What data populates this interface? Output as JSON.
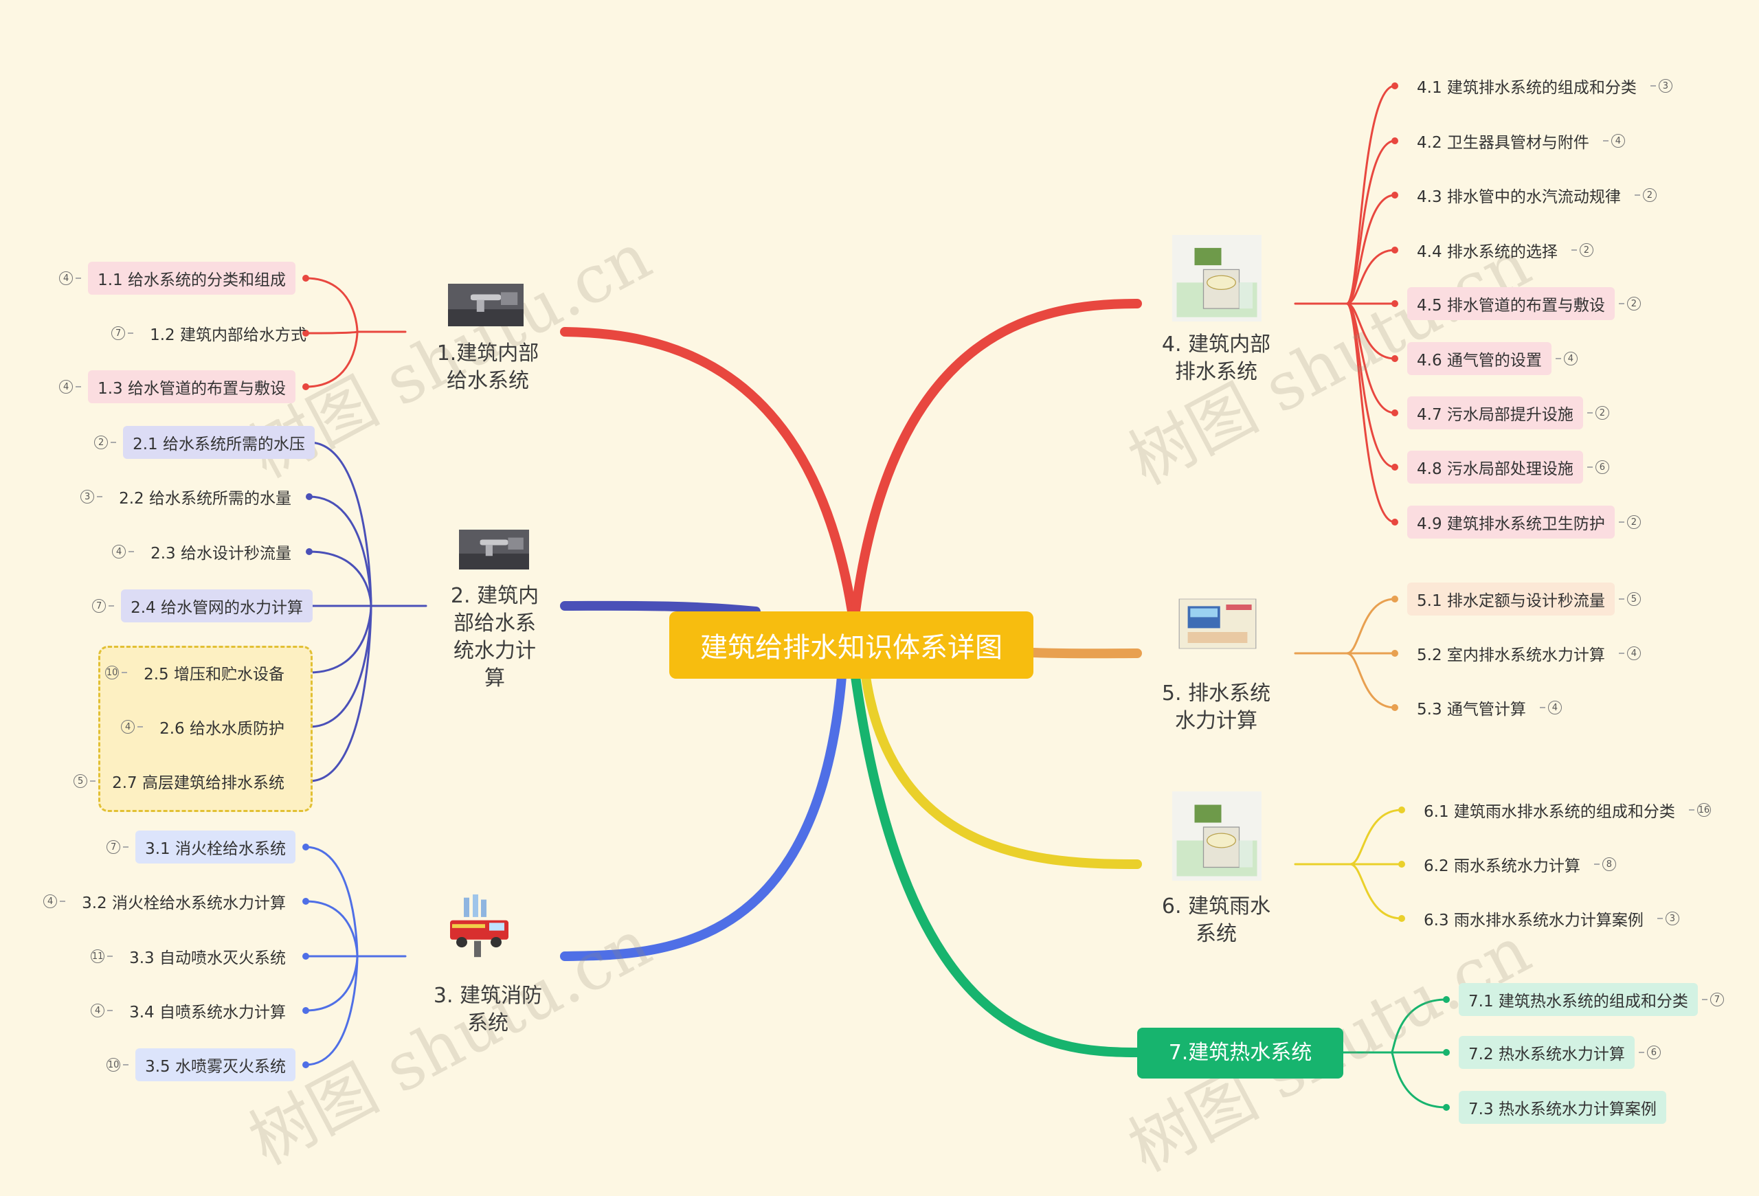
{
  "watermark_text": "树图 shutu.cn",
  "center": {
    "title": "建筑给排水知识体系详图"
  },
  "colors": {
    "red": "#e8473f",
    "blue_dark": "#4a50b8",
    "blue": "#4f6fe6",
    "orange": "#e8a050",
    "yellow": "#ead02a",
    "green": "#17b46e",
    "center": "#f7bd0f",
    "bg": "#fdf7e3"
  },
  "branches": [
    {
      "id": "b1",
      "label": "1.建筑内部\n给水系统",
      "icon": "faucet-photo-icon",
      "leaves": [
        {
          "text": "1.1 给水系统的分类和组成",
          "badge": "4",
          "style": "pink"
        },
        {
          "text": "1.2 建筑内部给水方式",
          "badge": "7",
          "style": "plain"
        },
        {
          "text": "1.3 给水管道的布置与敷设",
          "badge": "4",
          "style": "pink"
        }
      ]
    },
    {
      "id": "b2",
      "label": "2. 建筑内\n部给水系\n统水力计\n算",
      "icon": "faucet-photo-icon",
      "leaves": [
        {
          "text": "2.1 给水系统所需的水压",
          "badge": "2",
          "style": "lavender"
        },
        {
          "text": "2.2 给水系统所需的水量",
          "badge": "3",
          "style": "plain"
        },
        {
          "text": "2.3 给水设计秒流量",
          "badge": "4",
          "style": "plain"
        },
        {
          "text": "2.4 给水管网的水力计算",
          "badge": "7",
          "style": "lavender"
        },
        {
          "text": "2.5 增压和贮水设备",
          "badge": "10",
          "style": "plain"
        },
        {
          "text": "2.6 给水水质防护",
          "badge": "4",
          "style": "plain"
        },
        {
          "text": "2.7 高层建筑给排水系统",
          "badge": "5",
          "style": "plain"
        }
      ]
    },
    {
      "id": "b3",
      "label": "3. 建筑消防\n系统",
      "icon": "fire-truck-icon",
      "leaves": [
        {
          "text": "3.1 消火栓给水系统",
          "badge": "7",
          "style": "blue"
        },
        {
          "text": "3.2 消火栓给水系统水力计算",
          "badge": "4",
          "style": "plain"
        },
        {
          "text": "3.3 自动喷水灭火系统",
          "badge": "11",
          "style": "plain"
        },
        {
          "text": "3.4 自喷系统水力计算",
          "badge": "4",
          "style": "plain"
        },
        {
          "text": "3.5 水喷雾灭火系统",
          "badge": "10",
          "style": "blue"
        }
      ]
    },
    {
      "id": "b4",
      "label": "4. 建筑内部\n排水系统",
      "icon": "building-model-icon",
      "leaves": [
        {
          "text": "4.1 建筑排水系统的组成和分类",
          "badge": "3",
          "style": "plain"
        },
        {
          "text": "4.2 卫生器具管材与附件",
          "badge": "4",
          "style": "plain"
        },
        {
          "text": "4.3 排水管中的水汽流动规律",
          "badge": "2",
          "style": "plain"
        },
        {
          "text": "4.4 排水系统的选择",
          "badge": "2",
          "style": "plain"
        },
        {
          "text": "4.5 排水管道的布置与敷设",
          "badge": "2",
          "style": "pink"
        },
        {
          "text": "4.6 通气管的设置",
          "badge": "4",
          "style": "pink"
        },
        {
          "text": "4.7 污水局部提升设施",
          "badge": "2",
          "style": "pink"
        },
        {
          "text": "4.8 污水局部处理设施",
          "badge": "6",
          "style": "pink"
        },
        {
          "text": "4.9 建筑排水系统卫生防护",
          "badge": "2",
          "style": "pink"
        }
      ]
    },
    {
      "id": "b5",
      "label": "5. 排水系统\n水力计算",
      "icon": "calculator-note-icon",
      "leaves": [
        {
          "text": "5.1 排水定额与设计秒流量",
          "badge": "5",
          "style": "peach"
        },
        {
          "text": "5.2 室内排水系统水力计算",
          "badge": "4",
          "style": "plain"
        },
        {
          "text": "5.3 通气管计算",
          "badge": "4",
          "style": "plain"
        }
      ]
    },
    {
      "id": "b6",
      "label": "6. 建筑雨水\n系统",
      "icon": "building-model-icon",
      "leaves": [
        {
          "text": "6.1 建筑雨水排水系统的组成和分类",
          "badge": "16",
          "style": "plain"
        },
        {
          "text": "6.2 雨水系统水力计算",
          "badge": "8",
          "style": "plain"
        },
        {
          "text": "6.3 雨水排水系统水力计算案例",
          "badge": "3",
          "style": "plain"
        }
      ]
    },
    {
      "id": "b7",
      "label": "7.建筑热水系统",
      "icon": "",
      "leaves": [
        {
          "text": "7.1 建筑热水系统的组成和分类",
          "badge": "7",
          "style": "mint"
        },
        {
          "text": "7.2 热水系统水力计算",
          "badge": "6",
          "style": "mint"
        },
        {
          "text": "7.3 热水系统水力计算案例",
          "badge": "",
          "style": "mint"
        }
      ]
    }
  ]
}
